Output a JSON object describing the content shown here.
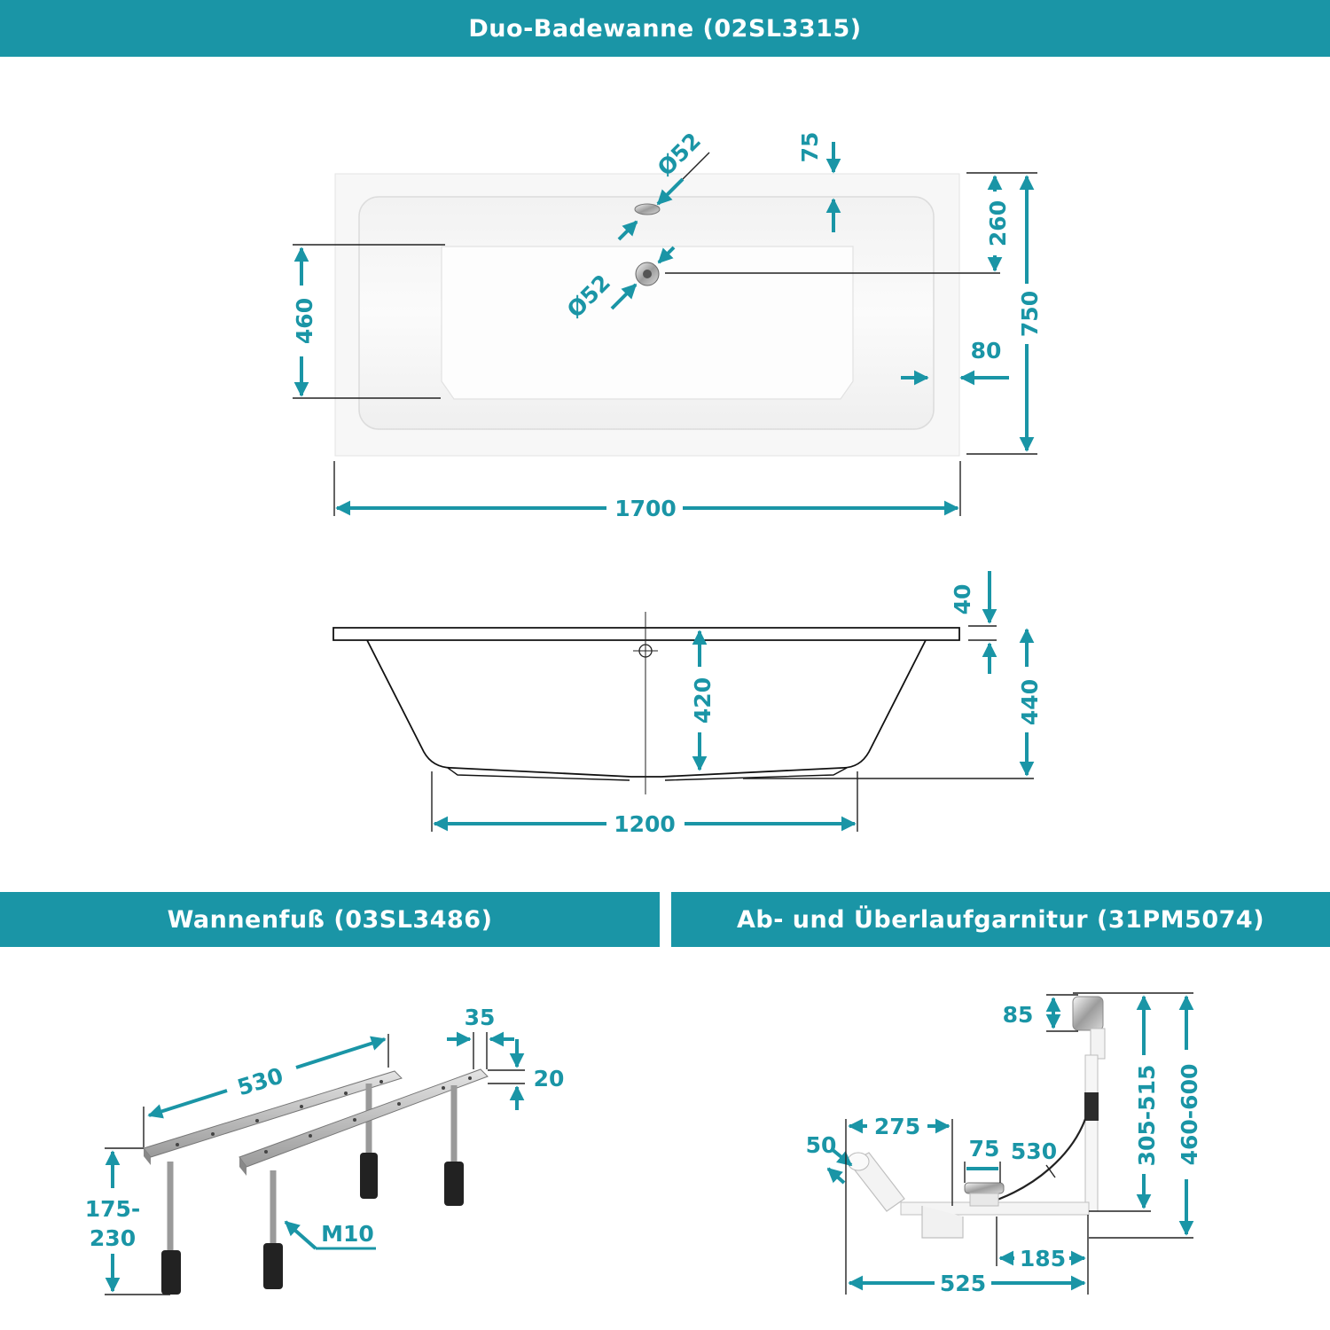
{
  "colors": {
    "accent": "#1a95a6",
    "line": "#222222",
    "background": "#ffffff"
  },
  "headers": {
    "main": "Duo-Badewanne (02SL3315)",
    "foot": "Wannenfuß (03SL3486)",
    "drain": "Ab- und Überlaufgarnitur (31PM5074)"
  },
  "top_view": {
    "length": "1700",
    "width": "750",
    "inner_width": "460",
    "edge_top": "75",
    "drain_offset": "260",
    "edge_side": "80",
    "overflow_diameter": "Ø52",
    "drain_diameter": "Ø52"
  },
  "side_view": {
    "bottom_length": "1200",
    "rim_height": "40",
    "inner_depth": "420",
    "total_height": "440"
  },
  "foot": {
    "rail_length": "530",
    "profile_width": "35",
    "profile_height": "20",
    "height_range_line1": "175-",
    "height_range_line2": "230",
    "thread": "M10"
  },
  "drain_set": {
    "overflow_height": "85",
    "adjust_range_inner": "305-515",
    "adjust_range_outer": "460-600",
    "pipe_diameter": "50",
    "offset_275": "275",
    "offset_75": "75",
    "cable_530": "530",
    "offset_185": "185",
    "total_525": "525"
  }
}
